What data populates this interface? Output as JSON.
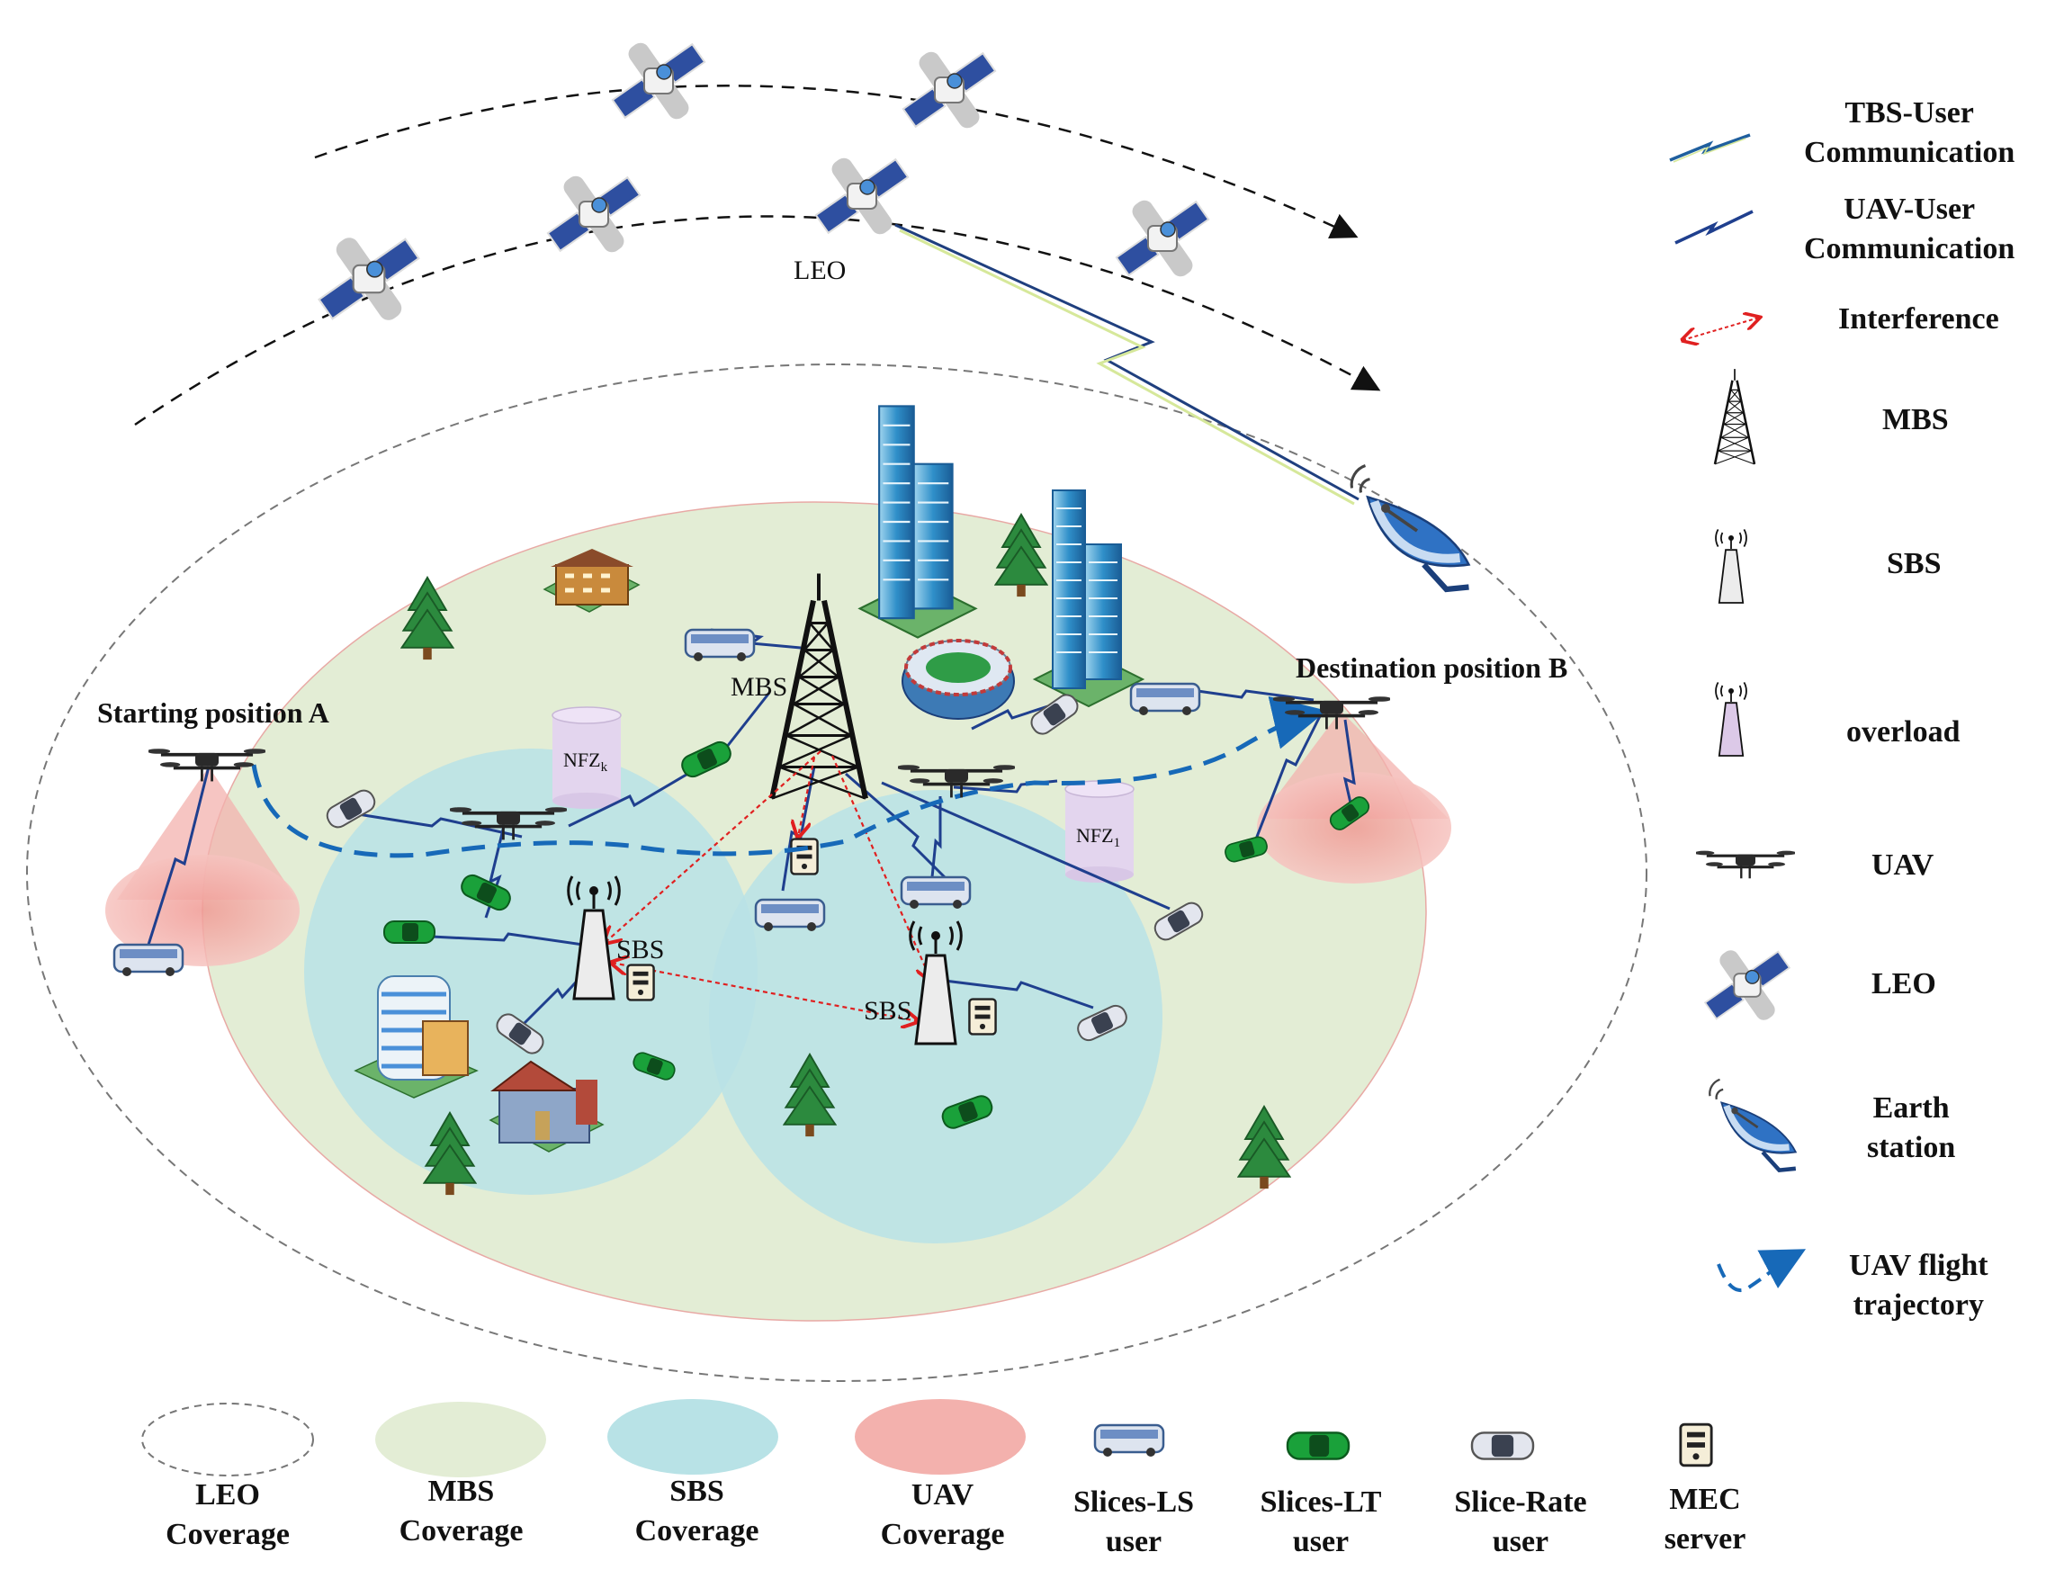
{
  "labels": {
    "leo_sat": "LEO",
    "mbs": "MBS",
    "sbs_left": "SBS",
    "sbs_right": "SBS",
    "nfz_k": "NFZk",
    "nfz_1": "NFZ1",
    "start": "Starting position A",
    "destination": "Destination position B"
  },
  "legend_right": [
    {
      "icon": "tbs-link-icon",
      "line1": "TBS-User",
      "line2": "Communication"
    },
    {
      "icon": "uav-link-icon",
      "line1": "UAV-User",
      "line2": "Communication"
    },
    {
      "icon": "interference-arrow-icon",
      "line1": "Interference",
      "line2": ""
    },
    {
      "icon": "mbs-tower-icon",
      "line1": "MBS",
      "line2": ""
    },
    {
      "icon": "sbs-antenna-icon",
      "line1": "SBS",
      "line2": ""
    },
    {
      "icon": "overload-antenna-icon",
      "line1": "overload",
      "line2": ""
    },
    {
      "icon": "uav-drone-icon",
      "line1": "UAV",
      "line2": ""
    },
    {
      "icon": "leo-satellite-icon",
      "line1": "LEO",
      "line2": ""
    },
    {
      "icon": "earth-station-icon",
      "line1": "Earth",
      "line2": "station"
    },
    {
      "icon": "trajectory-arrow-icon",
      "line1": "UAV flight",
      "line2": "trajectory"
    }
  ],
  "legend_bottom": [
    {
      "icon": "leo-coverage-icon",
      "line1": "LEO",
      "line2": "Coverage"
    },
    {
      "icon": "mbs-coverage-icon",
      "line1": "MBS",
      "line2": "Coverage"
    },
    {
      "icon": "sbs-coverage-icon",
      "line1": "SBS",
      "line2": "Coverage"
    },
    {
      "icon": "uav-coverage-icon",
      "line1": "UAV",
      "line2": "Coverage"
    },
    {
      "icon": "bus-icon",
      "line1": "Slices-LS",
      "line2": "user"
    },
    {
      "icon": "green-car-icon",
      "line1": "Slices-LT",
      "line2": "user"
    },
    {
      "icon": "gray-car-icon",
      "line1": "Slice-Rate",
      "line2": "user"
    },
    {
      "icon": "mec-server-icon",
      "line1": "MEC",
      "line2": "server"
    }
  ],
  "colors": {
    "leo_coverage": "#ffffff",
    "mbs_coverage": "#e3edd5",
    "sbs_coverage": "#b8e2e6",
    "uav_coverage": "#f3b1ad",
    "trajectory": "#1769b8",
    "interference": "#e02020",
    "tbs_link": "#1f5f9e",
    "uav_link": "#1f3f8e"
  }
}
